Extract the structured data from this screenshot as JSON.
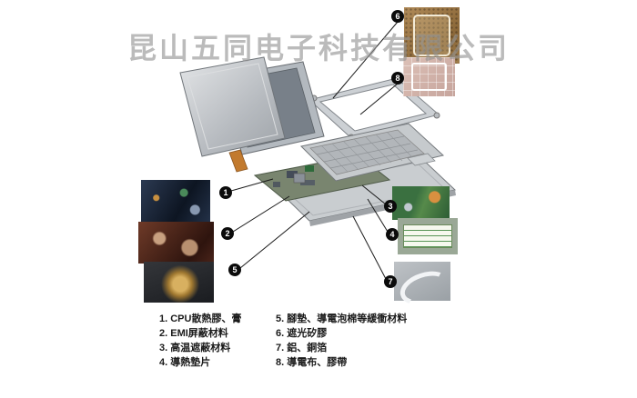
{
  "watermark": "昆山五同电子科技有限公司",
  "badges": {
    "b1": "1",
    "b2": "2",
    "b3": "3",
    "b4": "4",
    "b5": "5",
    "b6": "6",
    "b7": "7",
    "b8": "8"
  },
  "legend": {
    "col1": [
      "1. CPU散熱膠、膏",
      "2. EMI屏蔽材料",
      "3. 高温遮蔽材料",
      "4. 導熱墊片"
    ],
    "col2": [
      "5. 腳墊、導電泡棉等緩衝材料",
      "6. 遮光矽膠",
      "7. 鋁、銅箔",
      "8. 導電布、膠帶"
    ]
  },
  "colors": {
    "badge_bg": "#0b0b0b",
    "watermark_gray": "#919191"
  }
}
